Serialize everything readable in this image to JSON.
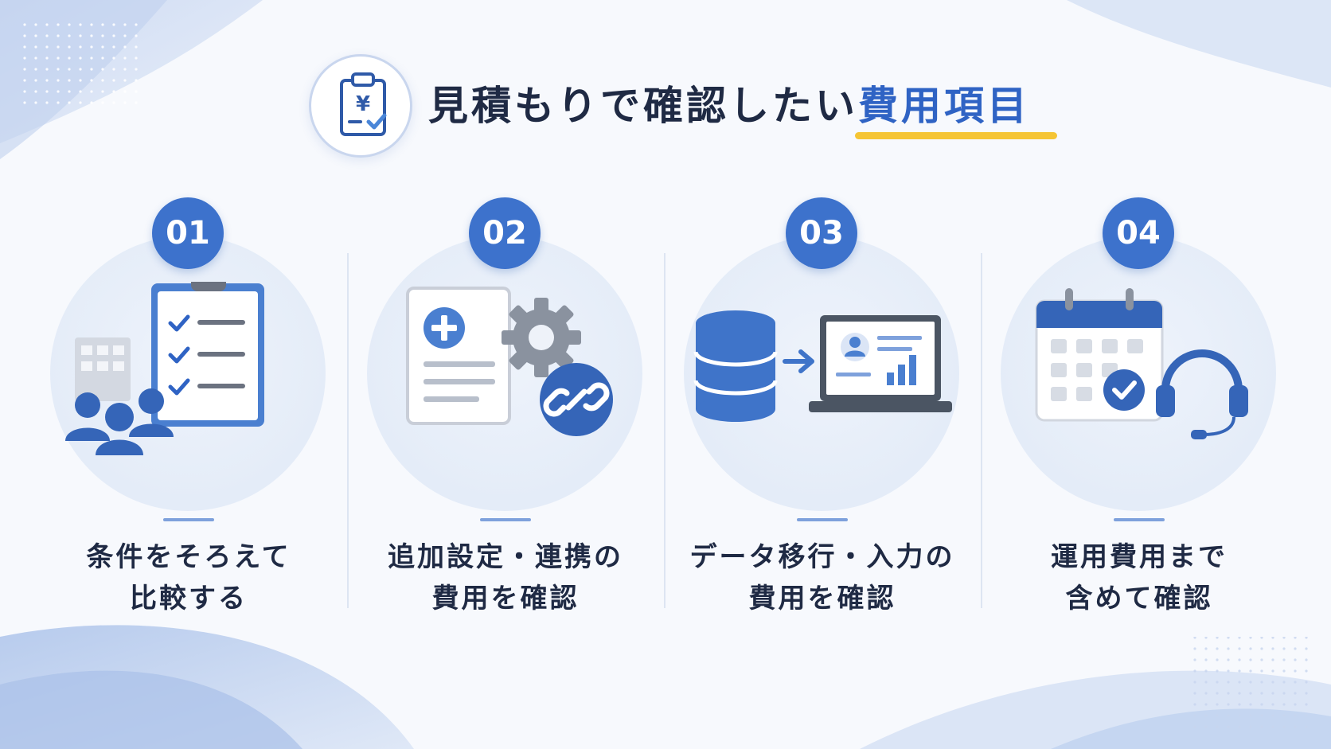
{
  "header": {
    "title_main": "見積もりで確認したい",
    "title_highlight": "費用項目",
    "badge_icon": "clipboard-yen-icon",
    "badge_symbol": "¥"
  },
  "steps": [
    {
      "number": "01",
      "line1": "条件をそろえて",
      "line2": "比較する",
      "icon": "clipboard-checklist-icon"
    },
    {
      "number": "02",
      "line1": "追加設定・連携の",
      "line2": "費用を確認",
      "icon": "document-gear-link-icon"
    },
    {
      "number": "03",
      "line1": "データ移行・入力の",
      "line2": "費用を確認",
      "icon": "database-laptop-icon"
    },
    {
      "number": "04",
      "line1": "運用費用まで",
      "line2": "含めて確認",
      "icon": "calendar-headset-icon"
    }
  ],
  "colors": {
    "accent": "#3d72cc",
    "highlight_text": "#2f63c4",
    "underline": "#f5c534",
    "text": "#1f2a44"
  }
}
